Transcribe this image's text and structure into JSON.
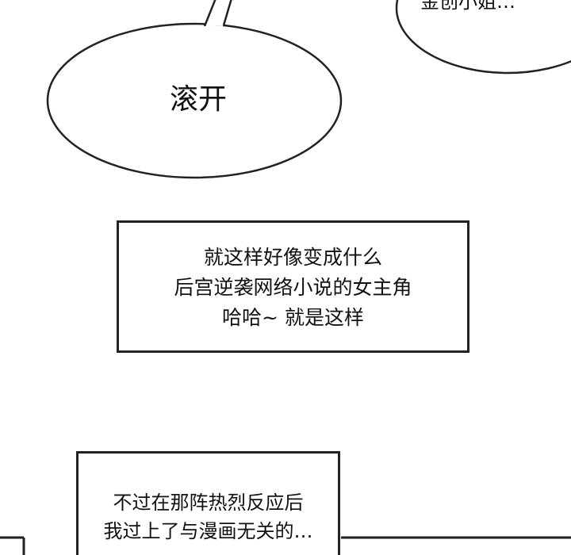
{
  "speech_bubbles": [
    {
      "text": "滚开"
    },
    {
      "text": "金创小姐…"
    }
  ],
  "captions": [
    {
      "lines": [
        "就这样好像变成什么",
        "后宫逆袭网络小说的女主角",
        "哈哈~ 就是这样"
      ]
    },
    {
      "lines": [
        "不过在那阵热烈反应后",
        "我过上了与漫画无关的…"
      ]
    }
  ]
}
